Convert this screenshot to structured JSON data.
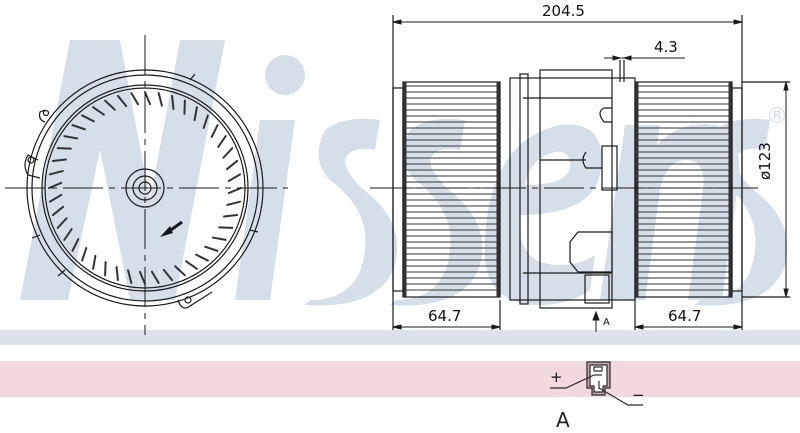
{
  "watermark": {
    "text": "Nissens",
    "registered_mark": "®",
    "color": "#d5dfe9"
  },
  "bands": {
    "blue_band_color": "#dbe4ec",
    "pink_band_color": "#f2d9de"
  },
  "front_view": {
    "description": "Blower wheel front view with rotation arrow",
    "rotation": "counter-clockwise"
  },
  "side_view": {
    "dimensions": {
      "overall_length": "204.5",
      "flange_gap": "4.3",
      "diameter": "ø123",
      "left_wheel_width": "64.7",
      "right_wheel_width": "64.7"
    },
    "view_marker": "A"
  },
  "connector_view": {
    "title": "A",
    "plus_label": "+",
    "minus_label": "−"
  },
  "colors": {
    "line": "#1a1a1a",
    "connector_fill": "#c9a9ad"
  }
}
